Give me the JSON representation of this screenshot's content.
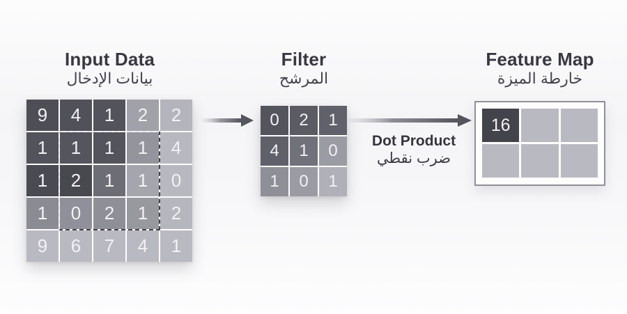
{
  "page": {
    "background": "#f7f7f9",
    "accent_dark": "#43434b",
    "cell_text_color": "#f2f2f5"
  },
  "input": {
    "title": "Input Data",
    "title_ar": "بيانات الإدخال",
    "grid": {
      "rows": 5,
      "cols": 5,
      "cells": [
        {
          "value": "9",
          "color": "#4e4e56"
        },
        {
          "value": "4",
          "color": "#51515a"
        },
        {
          "value": "1",
          "color": "#53535b"
        },
        {
          "value": "2",
          "color": "#a1a1a9"
        },
        {
          "value": "2",
          "color": "#b4b4bc"
        },
        {
          "value": "1",
          "color": "#53535b"
        },
        {
          "value": "1",
          "color": "#55555e"
        },
        {
          "value": "1",
          "color": "#54545c"
        },
        {
          "value": "1",
          "color": "#94949c"
        },
        {
          "value": "4",
          "color": "#b8b8c0"
        },
        {
          "value": "1",
          "color": "#4a4a52"
        },
        {
          "value": "2",
          "color": "#48484f"
        },
        {
          "value": "1",
          "color": "#6d6d75"
        },
        {
          "value": "1",
          "color": "#a5a5ad"
        },
        {
          "value": "0",
          "color": "#b8b8c0"
        },
        {
          "value": "1",
          "color": "#8b8b93"
        },
        {
          "value": "0",
          "color": "#90909a"
        },
        {
          "value": "2",
          "color": "#8f8f97"
        },
        {
          "value": "1",
          "color": "#98989f"
        },
        {
          "value": "2",
          "color": "#b6b6be"
        },
        {
          "value": "9",
          "color": "#b9b9c1"
        },
        {
          "value": "6",
          "color": "#b9b9c1"
        },
        {
          "value": "7",
          "color": "#b9b9c1"
        },
        {
          "value": "4",
          "color": "#b9b9c1"
        },
        {
          "value": "1",
          "color": "#b9b9c1"
        }
      ]
    },
    "selection": {
      "row_start": 2,
      "col_start": 2,
      "row_end": 4,
      "col_end": 4
    }
  },
  "filter": {
    "title": "Filter",
    "title_ar": "المرشح",
    "grid": {
      "rows": 3,
      "cols": 3,
      "cells": [
        {
          "value": "0",
          "color": "#54545c"
        },
        {
          "value": "2",
          "color": "#5b5b63"
        },
        {
          "value": "1",
          "color": "#61616b"
        },
        {
          "value": "4",
          "color": "#60606a"
        },
        {
          "value": "1",
          "color": "#71717b"
        },
        {
          "value": "0",
          "color": "#9b9ba3"
        },
        {
          "value": "1",
          "color": "#8f8f97"
        },
        {
          "value": "0",
          "color": "#9b9ba3"
        },
        {
          "value": "1",
          "color": "#b0b0b8"
        }
      ]
    }
  },
  "feature_map": {
    "title": "Feature Map",
    "title_ar": "خارطة الميزة",
    "grid": {
      "rows": 2,
      "cols": 3,
      "cells": [
        {
          "value": "16",
          "color": "#43434b"
        },
        {
          "value": "",
          "color": "#b9b9c1"
        },
        {
          "value": "",
          "color": "#b9b9c1"
        },
        {
          "value": "",
          "color": "#b9b9c1"
        },
        {
          "value": "",
          "color": "#b9b9c1"
        },
        {
          "value": "",
          "color": "#b9b9c1"
        }
      ]
    }
  },
  "operation": {
    "label": "Dot Product",
    "label_ar": "ضرب نقطي"
  },
  "arrows": {
    "color_dark": "#55555d",
    "color_light": "#c9c9cf"
  }
}
